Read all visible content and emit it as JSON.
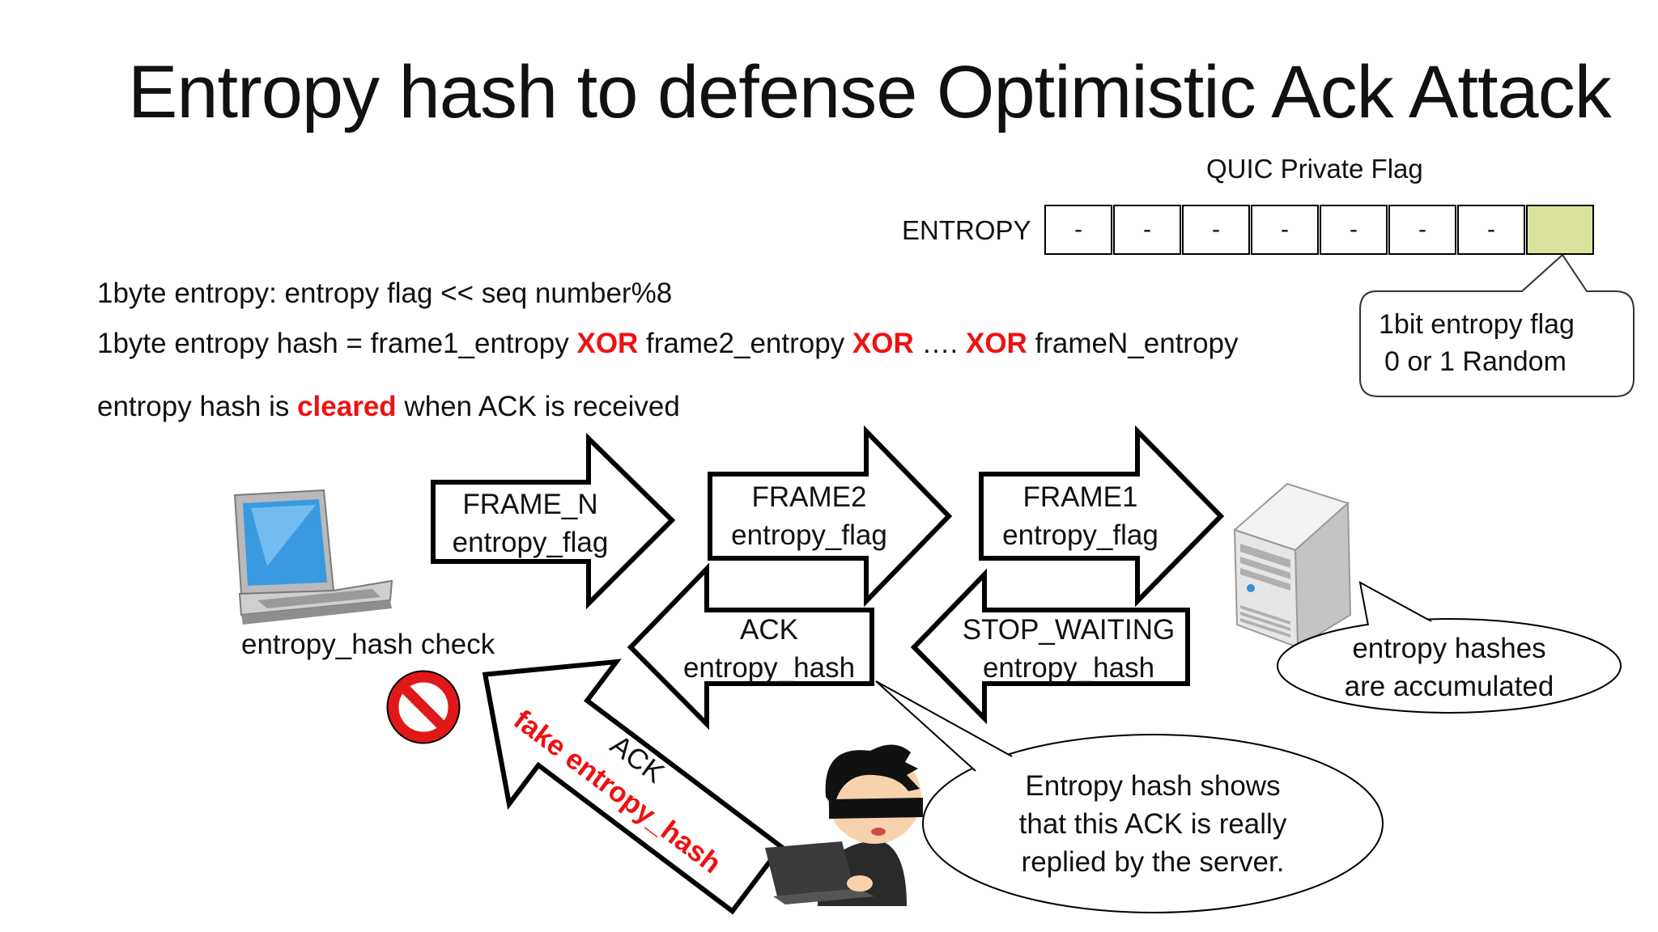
{
  "slide": {
    "title": "Entropy hash to defense Optimistic Ack Attack",
    "private_flag": {
      "caption": "QUIC Private Flag",
      "row_label": "ENTROPY",
      "cells": [
        "-",
        "-",
        "-",
        "-",
        "-",
        "-",
        "-",
        ""
      ],
      "highlight_color": "#dce39e"
    },
    "entropy_callout": {
      "line1": "1bit entropy flag",
      "line2": "0 or 1 Random"
    },
    "line_entropy": "1byte entropy:   entropy flag << seq number%8",
    "line_hash": {
      "prefix": "1byte entropy hash =  frame1_entropy ",
      "xor1": "XOR",
      "mid1": "  frame2_entropy ",
      "xor2": "XOR",
      "mid2": " …. ",
      "xor3": "XOR",
      "suffix": "  frameN_entropy"
    },
    "line_cleared": {
      "before": "entropy hash is ",
      "emph": "cleared",
      "after": " when ACK is received"
    },
    "arrows": {
      "frame_n": {
        "line1": "FRAME_N",
        "line2": "entropy_flag"
      },
      "frame2": {
        "line1": "FRAME2",
        "line2": "entropy_flag"
      },
      "frame1": {
        "line1": "FRAME1",
        "line2": "entropy_flag"
      },
      "ack": {
        "line1": "ACK",
        "line2": "entropy_hash"
      },
      "stop_waiting": {
        "line1": "STOP_WAITING",
        "line2": "entropy_hash"
      },
      "fake_ack": {
        "line1": "ACK",
        "line2": "fake entropy_hash"
      }
    },
    "client_caption": "entropy_hash check",
    "server_callout": {
      "line1": "entropy hashes",
      "line2": "are accumulated"
    },
    "attacker_callout": {
      "line1": "Entropy hash shows",
      "line2": "that this ACK is really",
      "line3": "replied by the server."
    },
    "icons": {
      "client": "laptop-icon",
      "server": "server-icon",
      "attacker": "hacker-icon",
      "blocked": "prohibited-icon"
    },
    "colors": {
      "emphasis": "#ee1111",
      "laptop_screen": "#3a9ae0",
      "stop_sign": "#e01818"
    }
  }
}
